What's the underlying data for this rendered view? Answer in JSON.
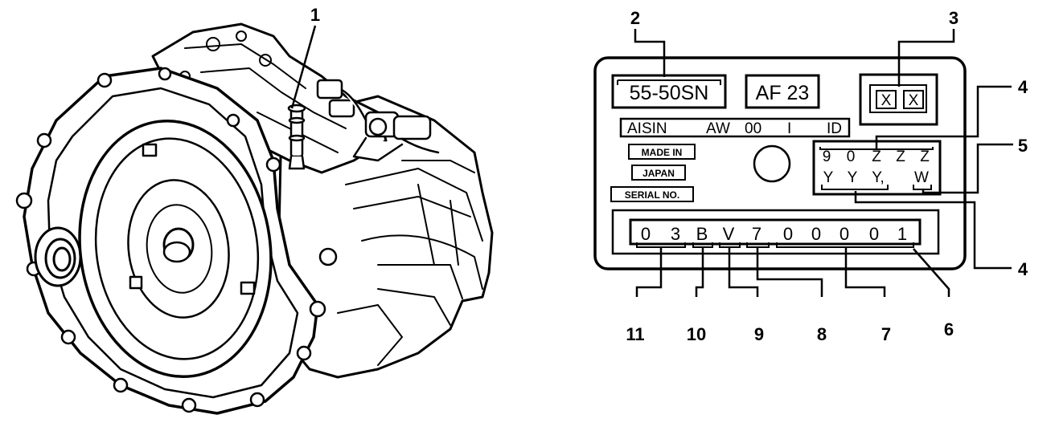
{
  "callouts": {
    "c1": "1",
    "c2": "2",
    "c3": "3",
    "c4a": "4",
    "c5": "5",
    "c4b": "4",
    "c6": "6",
    "c7": "7",
    "c8": "8",
    "c9": "9",
    "c10": "10",
    "c11": "11"
  },
  "plate": {
    "model_code": "55-50SN",
    "type_code": "AF 23",
    "box3_left": "X",
    "box3_right": "X",
    "maker_line": [
      "AISIN",
      "AW",
      "00",
      "I",
      "ID"
    ],
    "made_in": "MADE IN",
    "country": "JAPAN",
    "serial_label": "SERIAL NO.",
    "code_row1": [
      "9",
      "0",
      "Z",
      "Z",
      "Z"
    ],
    "code_row2": [
      "Y",
      "Y",
      "Y,",
      "W"
    ],
    "serial_chars": [
      "0",
      "3",
      "B",
      "V",
      "7",
      "0",
      "0",
      "0",
      "0",
      "1"
    ]
  }
}
